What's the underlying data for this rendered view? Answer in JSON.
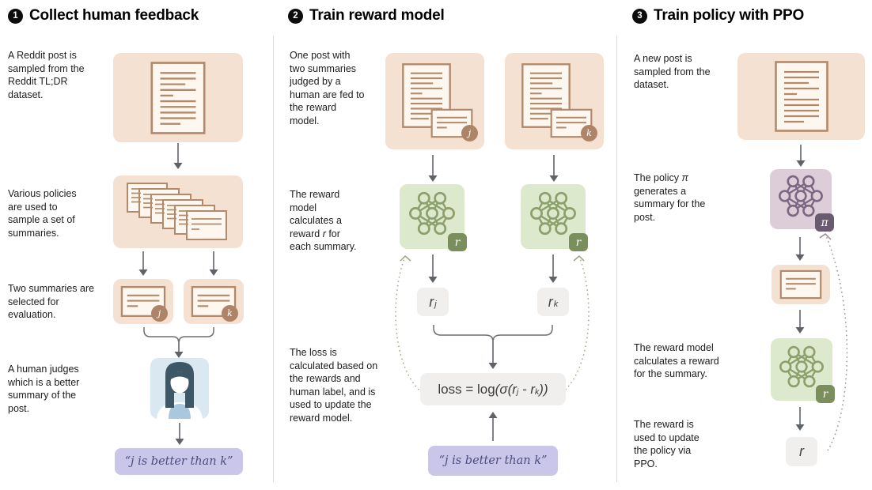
{
  "palette": {
    "peach_box": "#f5e1d2",
    "card_cream": "#fdf7ef",
    "card_brown": "#b28a6b",
    "badge_brown": "#ae8468",
    "green_box": "#dde9cd",
    "green_badge": "#7a8f5c",
    "purple_box": "#ddcdd9",
    "purple_badge": "#695a6f",
    "human_box_blue": "#d9e8f1",
    "lavender_box": "#c9c6e9",
    "quote_text": "#4c4c7e",
    "gray_box": "#f0efed",
    "arrow_gray": "#5f6368",
    "dashed_olive": "#9aa57d",
    "dashed_mauve": "#9b8b91"
  },
  "columns": [
    {
      "num": "1",
      "title": "Collect human feedback",
      "cap1": "A Reddit post is sampled from the Reddit TL;DR dataset.",
      "cap2": "Various policies are used to sample a set of summaries.",
      "cap3": "Two summaries are selected for evaluation.",
      "cap4": "A human judges which is a better summary of the post.",
      "badge_j": "j",
      "badge_k": "k",
      "quote": "“j is better than k”"
    },
    {
      "num": "2",
      "title": "Train reward model",
      "cap1": "One post with two summaries judged by a human are fed to the reward model.",
      "cap2_pre": "The reward model calculates a reward ",
      "cap2_var": "r",
      "cap2_post": " for each summary.",
      "cap3": "The loss is calculated based on the rewards and human label, and is used to update the reward model.",
      "badge_j": "j",
      "badge_k": "k",
      "badge_r": "r",
      "rj_base": "r",
      "rj_sub": "j",
      "rk_base": "r",
      "rk_sub": "k",
      "formula_pre": "loss = log",
      "formula_i1": "(σ(r",
      "formula_sub1": "j",
      "formula_i2": " - r",
      "formula_sub2": "k",
      "formula_i3": "))",
      "quote": "“j is better than k”"
    },
    {
      "num": "3",
      "title": "Train policy with PPO",
      "cap1": "A new post is sampled from the dataset.",
      "cap2_pre": "The policy ",
      "cap2_var": "π",
      "cap2_post": " generates a summary for the post.",
      "cap3": "The reward model calculates a reward for the summary.",
      "cap4": "The reward is used to update the policy via PPO.",
      "badge_pi": "π",
      "badge_r": "r",
      "r_label": "r"
    }
  ]
}
